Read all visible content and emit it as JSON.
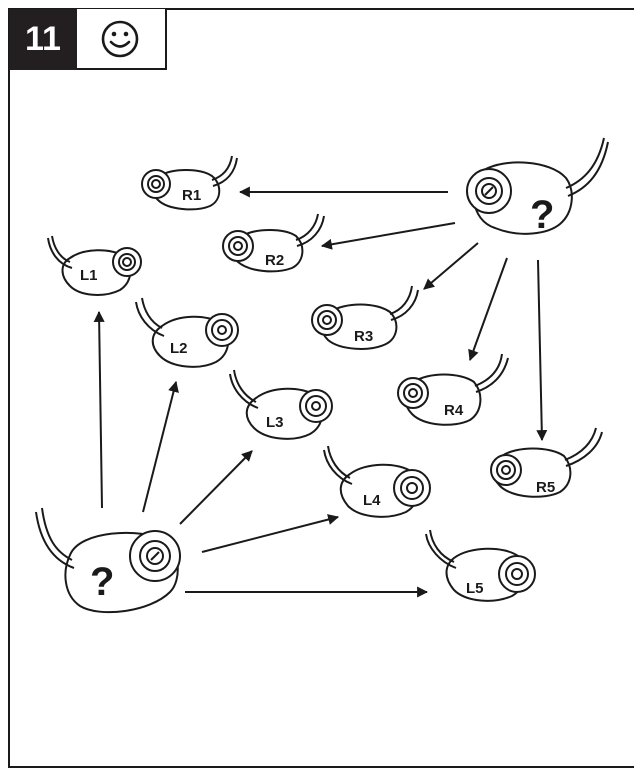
{
  "step": {
    "number": "11"
  },
  "icons": {
    "status": "smiley-face-icon"
  },
  "colors": {
    "ink": "#1a1a1a",
    "badge_bg": "#231f20",
    "paper": "#ffffff"
  },
  "unknown_earbuds": {
    "right": {
      "mark": "?",
      "icon": "earbud-unknown-right-icon"
    },
    "left": {
      "mark": "?",
      "icon": "earbud-unknown-left-icon"
    }
  },
  "right_tips": [
    {
      "label": "R1"
    },
    {
      "label": "R2"
    },
    {
      "label": "R3"
    },
    {
      "label": "R4"
    },
    {
      "label": "R5"
    }
  ],
  "left_tips": [
    {
      "label": "L1"
    },
    {
      "label": "L2"
    },
    {
      "label": "L3"
    },
    {
      "label": "L4"
    },
    {
      "label": "L5"
    }
  ]
}
